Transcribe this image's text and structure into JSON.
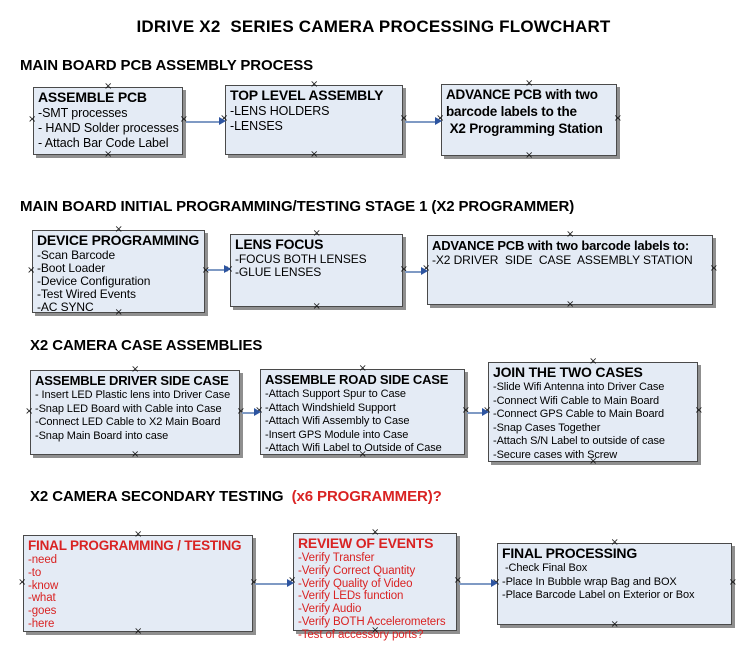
{
  "page_title": "IDRIVE X2  SERIES CAMERA PROCESSING FLOWCHART",
  "headings": [
    {
      "text": "MAIN BOARD PCB ASSEMBLY PROCESS"
    },
    {
      "text": "MAIN BOARD INITIAL PROGRAMMING/TESTING STAGE 1 (X2 PROGRAMMER)"
    },
    {
      "text": "X2 CAMERA CASE ASSEMBLIES"
    },
    {
      "text": "X2 CAMERA SECONDARY TESTING",
      "red_suffix": "  (x6 PROGRAMMER)?"
    }
  ],
  "boxes": [
    {
      "title": "ASSEMBLE PCB",
      "items": [
        "-SMT processes",
        "- HAND Solder processes",
        "- Attach Bar Code Label"
      ]
    },
    {
      "title": "TOP LEVEL ASSEMBLY",
      "items": [
        "-LENS HOLDERS",
        "-LENSES"
      ]
    },
    {
      "title": "ADVANCE PCB with two barcode labels to the\n X2 Programming Station",
      "items": []
    },
    {
      "title": "DEVICE PROGRAMMING",
      "items": [
        "-Scan Barcode",
        "-Boot Loader",
        "-Device Configuration",
        "-Test Wired Events",
        "-AC SYNC"
      ]
    },
    {
      "title": "LENS FOCUS",
      "items": [
        "-FOCUS BOTH LENSES",
        "-GLUE LENSES"
      ]
    },
    {
      "title": "ADVANCE PCB with two barcode labels to:",
      "items": [
        "-X2 DRIVER  SIDE  CASE  ASSEMBLY STATION"
      ]
    },
    {
      "title": "ASSEMBLE DRIVER SIDE CASE",
      "items": [
        "- Insert LED Plastic lens into Driver Case",
        "-Snap LED Board with Cable into Case",
        "-Connect LED Cable to X2 Main Board",
        "-Snap Main Board into case"
      ]
    },
    {
      "title": "ASSEMBLE ROAD SIDE CASE",
      "items": [
        "-Attach Support Spur to Case",
        "-Attach Windshield Support",
        "-Attach Wifi Assembly to Case",
        "-Insert GPS Module into Case",
        "-Attach Wifi Label to Outside of Case"
      ]
    },
    {
      "title": "JOIN THE TWO CASES",
      "items": [
        "-Slide Wifi Antenna into Driver Case",
        "-Connect Wifi Cable to Main Board",
        "-Connect GPS Cable to Main Board",
        "-Snap Cases Together",
        "-Attach S/N Label to outside of case",
        "-Secure cases with Screw"
      ]
    },
    {
      "title": "FINAL PROGRAMMING / TESTING",
      "items": [
        "-need",
        "-to",
        "-know",
        "-what",
        "-goes",
        "-here"
      ]
    },
    {
      "title": "REVIEW OF EVENTS",
      "items": [
        "-Verify Transfer",
        "-Verify Correct Quantity",
        "-Verify Quality of Video",
        "-Verify LEDs function",
        "-Verify Audio",
        "-Verify BOTH Accelerometers",
        "-Test of accessory ports?"
      ]
    },
    {
      "title": "FINAL PROCESSING",
      "items": [
        " -Check Final Box",
        "-Place In Bubble wrap Bag and BOX",
        "-Place Barcode Label on Exterior or Box"
      ]
    }
  ],
  "colors": {
    "box_fill": "#e4ebf5",
    "box_border": "#4a4a4a",
    "box_shadow": "#8f8f8f",
    "arrow_line": "#7f9ac4",
    "arrow_head": "#2d54a0",
    "red_text": "#d92323",
    "heading_text": "#000000"
  }
}
